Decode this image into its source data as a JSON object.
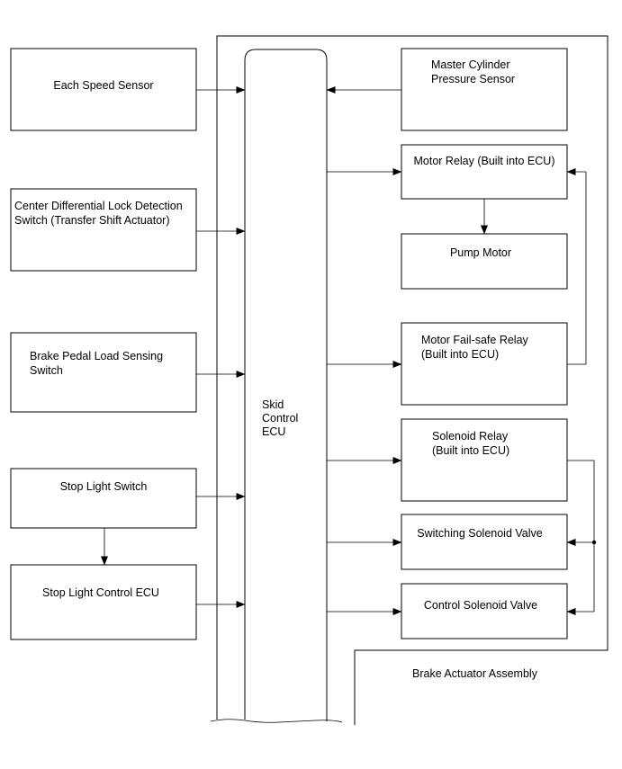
{
  "diagram": {
    "skid_ecu_label": [
      "Skid",
      "Control",
      "ECU"
    ],
    "assembly_label": "Brake Actuator Assembly",
    "left_inputs": {
      "speed_sensor": [
        "Each Speed Sensor"
      ],
      "center_diff": [
        "Center Differential Lock Detection",
        "Switch (Transfer Shift Actuator)"
      ],
      "brake_pedal": [
        "Brake Pedal Load Sensing",
        "Switch"
      ],
      "stop_light_switch": [
        "Stop Light Switch"
      ],
      "stop_light_ecu": [
        "Stop Light Control ECU"
      ]
    },
    "actuator_components": {
      "master_cylinder": [
        "Master Cylinder",
        "Pressure Sensor"
      ],
      "motor_relay": [
        "Motor Relay (Built into ECU)"
      ],
      "pump_motor": [
        "Pump Motor"
      ],
      "motor_failsafe_relay": [
        "Motor Fail-safe Relay",
        "(Built into ECU)"
      ],
      "solenoid_relay": [
        "Solenoid Relay",
        "(Built into ECU)"
      ],
      "switching_valve": [
        "Switching Solenoid Valve"
      ],
      "control_valve": [
        "Control Solenoid Valve"
      ]
    }
  }
}
